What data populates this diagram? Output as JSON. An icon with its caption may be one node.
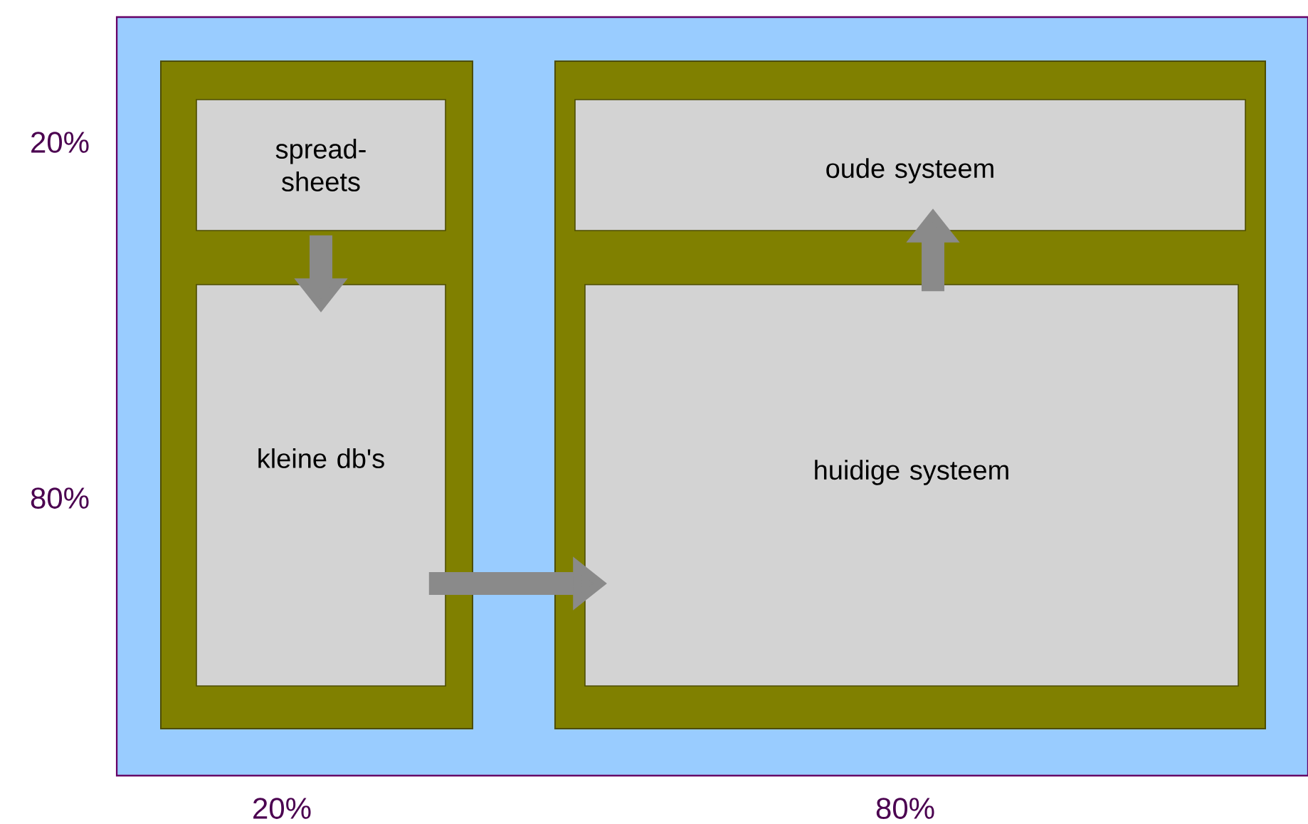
{
  "diagram": {
    "nodes": [
      {
        "text": [],
        "shape": "box"
      },
      {
        "text": [],
        "shape": "box",
        "in": 0
      },
      {
        "text": [
          "spread- sheets"
        ],
        "in": 1
      },
      {
        "text": [
          "kleine db's"
        ],
        "in": 1
      },
      {
        "text": [],
        "shape": "box",
        "in": 0
      },
      {
        "text": [
          "oude systeem"
        ],
        "in": 4
      },
      {
        "text": [
          "huidige systeem"
        ],
        "in": 4
      }
    ],
    "edges": [
      {
        "from": 2,
        "to": 3,
        "arrow": "to"
      },
      {
        "from": 3,
        "to": 6,
        "arrow": "to"
      },
      {
        "from": 6,
        "to": 5,
        "arrow": "to"
      }
    ],
    "labels": [
      "20%",
      "80%",
      "20%",
      "80%"
    ]
  }
}
